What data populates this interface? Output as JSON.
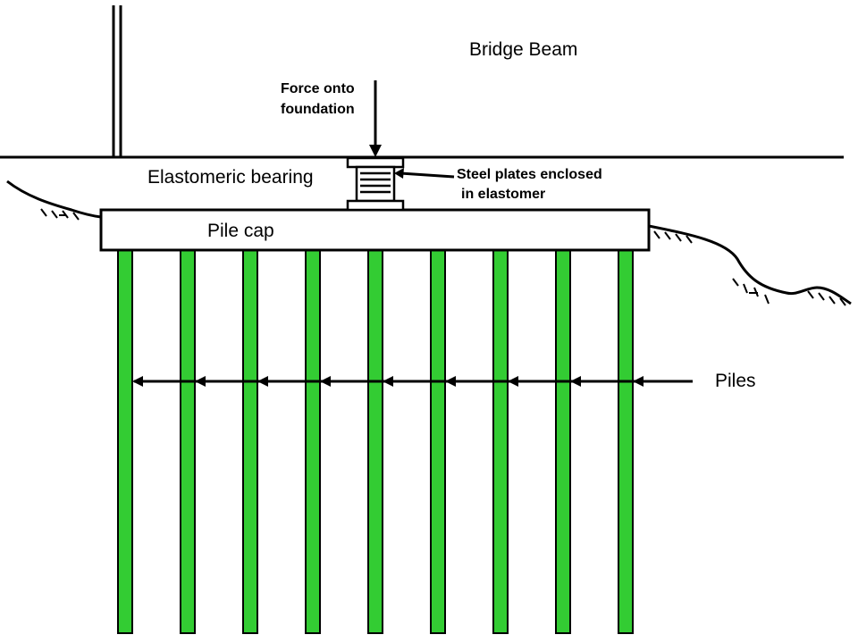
{
  "labels": {
    "bridge_beam": "Bridge Beam",
    "force_line1": "Force onto",
    "force_line2": "foundation",
    "elastomeric_bearing": "Elastomeric bearing",
    "steel_plates_line1": "Steel plates enclosed",
    "steel_plates_line2": "in elastomer",
    "pile_cap": "Pile cap",
    "piles": "Piles"
  },
  "piles": {
    "count": 9,
    "color": "#33cc33",
    "outline_color": "#000000"
  },
  "colors": {
    "line": "#000000",
    "background": "#ffffff"
  }
}
